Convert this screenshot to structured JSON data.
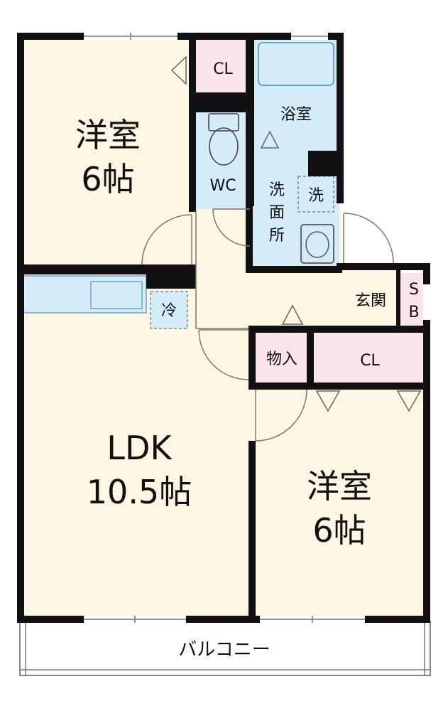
{
  "colors": {
    "wall": "#111111",
    "room_floor": "#fdf6e3",
    "wet_area": "#d4ecf7",
    "storage": "#fbe3ea",
    "balcony": "#ffffff"
  },
  "rooms": {
    "western_room_1": {
      "name": "洋室",
      "size": "6帖"
    },
    "ldk": {
      "name": "LDK",
      "size": "10.5帖"
    },
    "western_room_2": {
      "name": "洋室",
      "size": "6帖"
    },
    "closet_1": "CL",
    "closet_2": "CL",
    "bathroom": "浴室",
    "toilet": "WC",
    "washroom": [
      "洗",
      "面",
      "所"
    ],
    "washer": "洗",
    "fridge": "冷",
    "storage_room": "物入",
    "entrance": "玄関",
    "shoe_box": [
      "S",
      "B"
    ],
    "balcony": "バルコニー"
  },
  "icons": [
    "toilet-icon",
    "bathtub-icon",
    "sink-icon",
    "kitchen-counter-icon"
  ]
}
